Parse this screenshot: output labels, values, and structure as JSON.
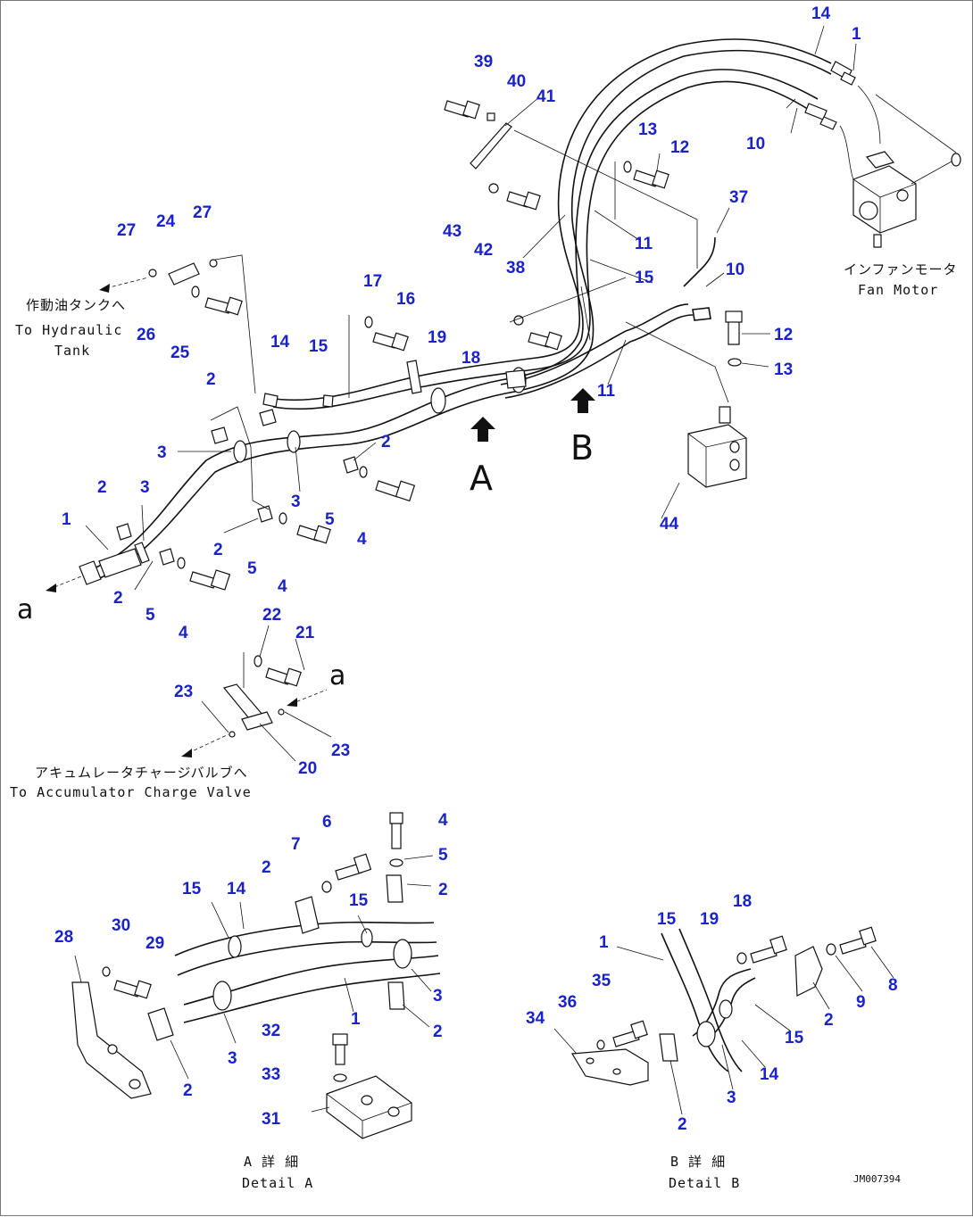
{
  "labels": {
    "fan_motor_jp": "インファンモータ",
    "fan_motor_en": "Fan Motor",
    "hyd_tank_jp": "作動油タンクへ",
    "hyd_tank_en1": "To Hydraulic",
    "hyd_tank_en2": "Tank",
    "accum_jp": "アキュムレータチャージバルブへ",
    "accum_en": "To Accumulator Charge Valve",
    "view_a": "A",
    "view_b": "B",
    "ref_a_1": "a",
    "ref_a_2": "a",
    "detail_a_jp": "A 詳 細",
    "detail_a_en": "Detail A",
    "detail_b_jp": "B 詳 細",
    "detail_b_en": "Detail B",
    "drawing_code": "JM007394"
  },
  "callouts": [
    {
      "id": "c-14-top",
      "text": "14"
    },
    {
      "id": "c-1-top",
      "text": "1"
    },
    {
      "id": "c-39",
      "text": "39"
    },
    {
      "id": "c-40",
      "text": "40"
    },
    {
      "id": "c-41",
      "text": "41"
    },
    {
      "id": "c-13-a",
      "text": "13"
    },
    {
      "id": "c-12-a",
      "text": "12"
    },
    {
      "id": "c-10-a",
      "text": "10"
    },
    {
      "id": "c-27-a",
      "text": "27"
    },
    {
      "id": "c-24",
      "text": "24"
    },
    {
      "id": "c-27-b",
      "text": "27"
    },
    {
      "id": "c-43",
      "text": "43"
    },
    {
      "id": "c-42",
      "text": "42"
    },
    {
      "id": "c-38",
      "text": "38"
    },
    {
      "id": "c-11-a",
      "text": "11"
    },
    {
      "id": "c-37",
      "text": "37"
    },
    {
      "id": "c-15-a",
      "text": "15"
    },
    {
      "id": "c-10-b",
      "text": "10"
    },
    {
      "id": "c-17",
      "text": "17"
    },
    {
      "id": "c-16",
      "text": "16"
    },
    {
      "id": "c-26",
      "text": "26"
    },
    {
      "id": "c-25",
      "text": "25"
    },
    {
      "id": "c-12-b",
      "text": "12"
    },
    {
      "id": "c-19-a",
      "text": "19"
    },
    {
      "id": "c-18-a",
      "text": "18"
    },
    {
      "id": "c-13-b",
      "text": "13"
    },
    {
      "id": "c-14-b",
      "text": "14"
    },
    {
      "id": "c-15-b",
      "text": "15"
    },
    {
      "id": "c-11-b",
      "text": "11"
    },
    {
      "id": "c-2-a",
      "text": "2"
    },
    {
      "id": "c-3-a",
      "text": "3"
    },
    {
      "id": "c-2-b",
      "text": "2"
    },
    {
      "id": "c-44",
      "text": "44"
    },
    {
      "id": "c-2-c",
      "text": "2"
    },
    {
      "id": "c-3-b",
      "text": "3"
    },
    {
      "id": "c-3-c",
      "text": "3"
    },
    {
      "id": "c-5-a",
      "text": "5"
    },
    {
      "id": "c-4-a",
      "text": "4"
    },
    {
      "id": "c-1-mid",
      "text": "1"
    },
    {
      "id": "c-2-d",
      "text": "2"
    },
    {
      "id": "c-5-b",
      "text": "5"
    },
    {
      "id": "c-4-b",
      "text": "4"
    },
    {
      "id": "c-2-e",
      "text": "2"
    },
    {
      "id": "c-5-c",
      "text": "5"
    },
    {
      "id": "c-4-c",
      "text": "4"
    },
    {
      "id": "c-22",
      "text": "22"
    },
    {
      "id": "c-21",
      "text": "21"
    },
    {
      "id": "c-23-a",
      "text": "23"
    },
    {
      "id": "c-23-b",
      "text": "23"
    },
    {
      "id": "c-20",
      "text": "20"
    },
    {
      "id": "c-6",
      "text": "6"
    },
    {
      "id": "c-4-d",
      "text": "4"
    },
    {
      "id": "c-7",
      "text": "7"
    },
    {
      "id": "c-5-d",
      "text": "5"
    },
    {
      "id": "c-2-f",
      "text": "2"
    },
    {
      "id": "c-2-g",
      "text": "2"
    },
    {
      "id": "c-15-c",
      "text": "15"
    },
    {
      "id": "c-14-c",
      "text": "14"
    },
    {
      "id": "c-15-d",
      "text": "15"
    },
    {
      "id": "c-28",
      "text": "28"
    },
    {
      "id": "c-30",
      "text": "30"
    },
    {
      "id": "c-29",
      "text": "29"
    },
    {
      "id": "c-3-d",
      "text": "3"
    },
    {
      "id": "c-1-c",
      "text": "1"
    },
    {
      "id": "c-2-h",
      "text": "2"
    },
    {
      "id": "c-32",
      "text": "32"
    },
    {
      "id": "c-3-e",
      "text": "3"
    },
    {
      "id": "c-2-i",
      "text": "2"
    },
    {
      "id": "c-33",
      "text": "33"
    },
    {
      "id": "c-31",
      "text": "31"
    },
    {
      "id": "c-18-b",
      "text": "18"
    },
    {
      "id": "c-15-e",
      "text": "15"
    },
    {
      "id": "c-19-b",
      "text": "19"
    },
    {
      "id": "c-8",
      "text": "8"
    },
    {
      "id": "c-1-d",
      "text": "1"
    },
    {
      "id": "c-9",
      "text": "9"
    },
    {
      "id": "c-2-j",
      "text": "2"
    },
    {
      "id": "c-35",
      "text": "35"
    },
    {
      "id": "c-36",
      "text": "36"
    },
    {
      "id": "c-15-f",
      "text": "15"
    },
    {
      "id": "c-34",
      "text": "34"
    },
    {
      "id": "c-14-d",
      "text": "14"
    },
    {
      "id": "c-3-f",
      "text": "3"
    },
    {
      "id": "c-2-k",
      "text": "2"
    }
  ]
}
